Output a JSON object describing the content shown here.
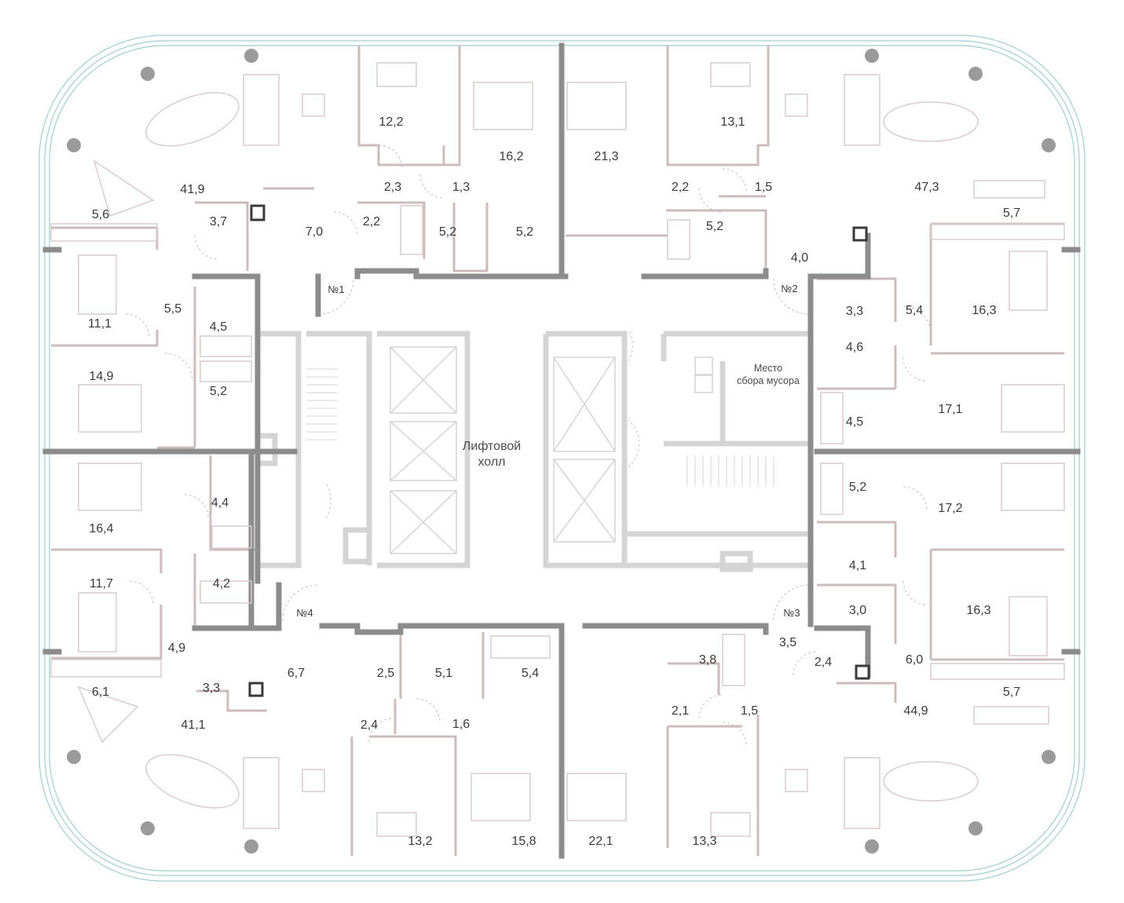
{
  "colors": {
    "glass": "#9fcfcc",
    "wall": "#8c8c8c",
    "partition": "#cdbcbc",
    "core": "#d4d4d4",
    "furniture": "#d9cccc",
    "column": "#9a9a9a",
    "text": "#3a3a3a"
  },
  "core": {
    "lift_hall_line1": "Лифтовой",
    "lift_hall_line2": "холл",
    "garbage_line1": "Место",
    "garbage_line2": "сбора мусора"
  },
  "units": [
    {
      "id": "unit-1",
      "label": "№1"
    },
    {
      "id": "unit-2",
      "label": "№2"
    },
    {
      "id": "unit-3",
      "label": "№3"
    },
    {
      "id": "unit-4",
      "label": "№4"
    }
  ],
  "areas": [
    "41,9",
    "5,6",
    "3,7",
    "7,0",
    "12,2",
    "2,3",
    "1,3",
    "2,2",
    "5,2",
    "5,2",
    "16,2",
    "21,3",
    "13,1",
    "2,2",
    "1,5",
    "5,2",
    "47,3",
    "5,7",
    "4,0",
    "11,1",
    "5,5",
    "4,5",
    "14,9",
    "5,2",
    "3,3",
    "5,4",
    "16,3",
    "4,6",
    "17,1",
    "4,5",
    "16,4",
    "4,4",
    "11,7",
    "4,2",
    "4,9",
    "5,2",
    "17,2",
    "4,1",
    "3,0",
    "16,3",
    "6,7",
    "3,3",
    "6,1",
    "41,1",
    "2,5",
    "5,1",
    "5,4",
    "3,8",
    "3,5",
    "2,4",
    "6,0",
    "5,7",
    "44,9",
    "2,4",
    "1,6",
    "2,1",
    "1,5",
    "13,2",
    "15,8",
    "22,1",
    "13,3"
  ]
}
